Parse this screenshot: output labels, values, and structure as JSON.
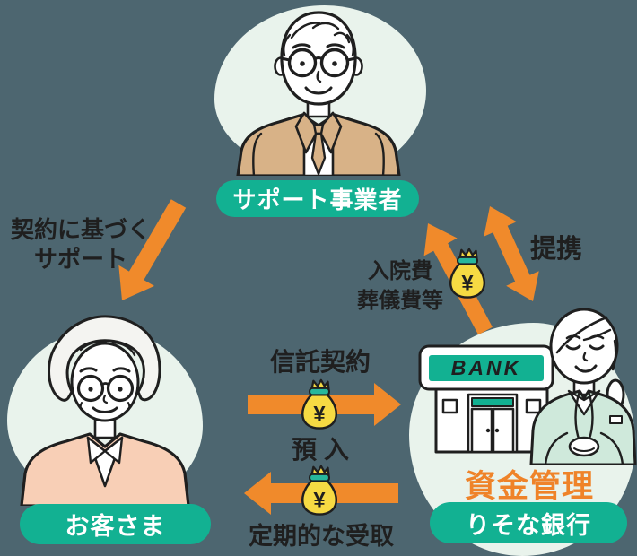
{
  "diagram": {
    "support_agent": {
      "label": "サポート事業者"
    },
    "customer": {
      "label": "お客さま"
    },
    "bank": {
      "label": "りそな銀行",
      "sign_text": "BANK",
      "role_caption": "資金管理"
    },
    "flows": {
      "contract_support_line1": "契約に基づく",
      "contract_support_line2": "サポート",
      "trust_contract": "信託契約",
      "deposit": "預入",
      "periodic_receipt": "定期的な受取",
      "hospital_line1": "入院費",
      "hospital_line2": "葬儀費等",
      "partnership": "提携"
    },
    "money_bag_symbol": "¥"
  },
  "colors": {
    "background": "#4d6670",
    "blob_light_green": "#e9f3ec",
    "pill_green": "#12b192",
    "arrow_orange": "#f08a2b",
    "funds_text_orange": "#ef8329",
    "ink_black": "#1f1f1f",
    "bag_yellow": "#f6da43",
    "bag_band_green": "#27b79c",
    "suit_tan": "#d8b287",
    "sweater_peach": "#f8cfb6",
    "jacket_mint": "#cfe9db"
  }
}
